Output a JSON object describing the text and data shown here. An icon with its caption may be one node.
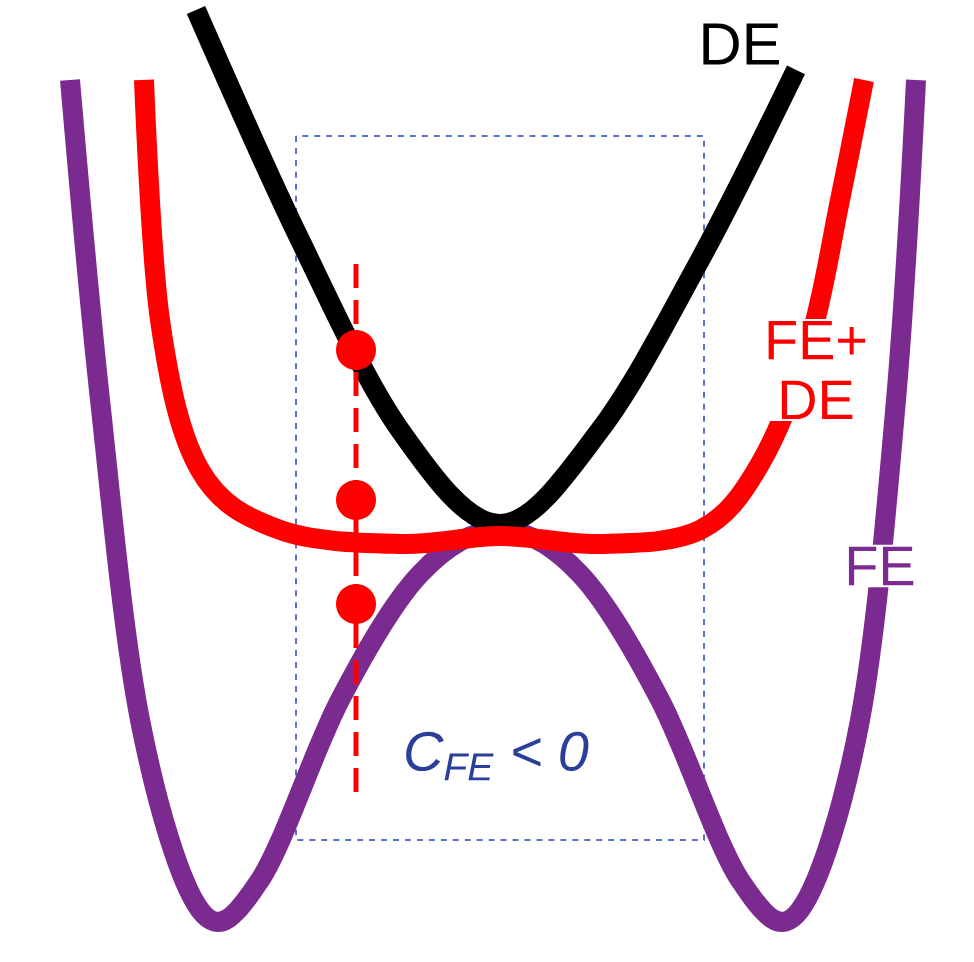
{
  "diagram": {
    "labels": [
      "DE",
      "FE+ DE",
      "FE",
      "C$_{FE}$ < 0"
    ]
  }
}
